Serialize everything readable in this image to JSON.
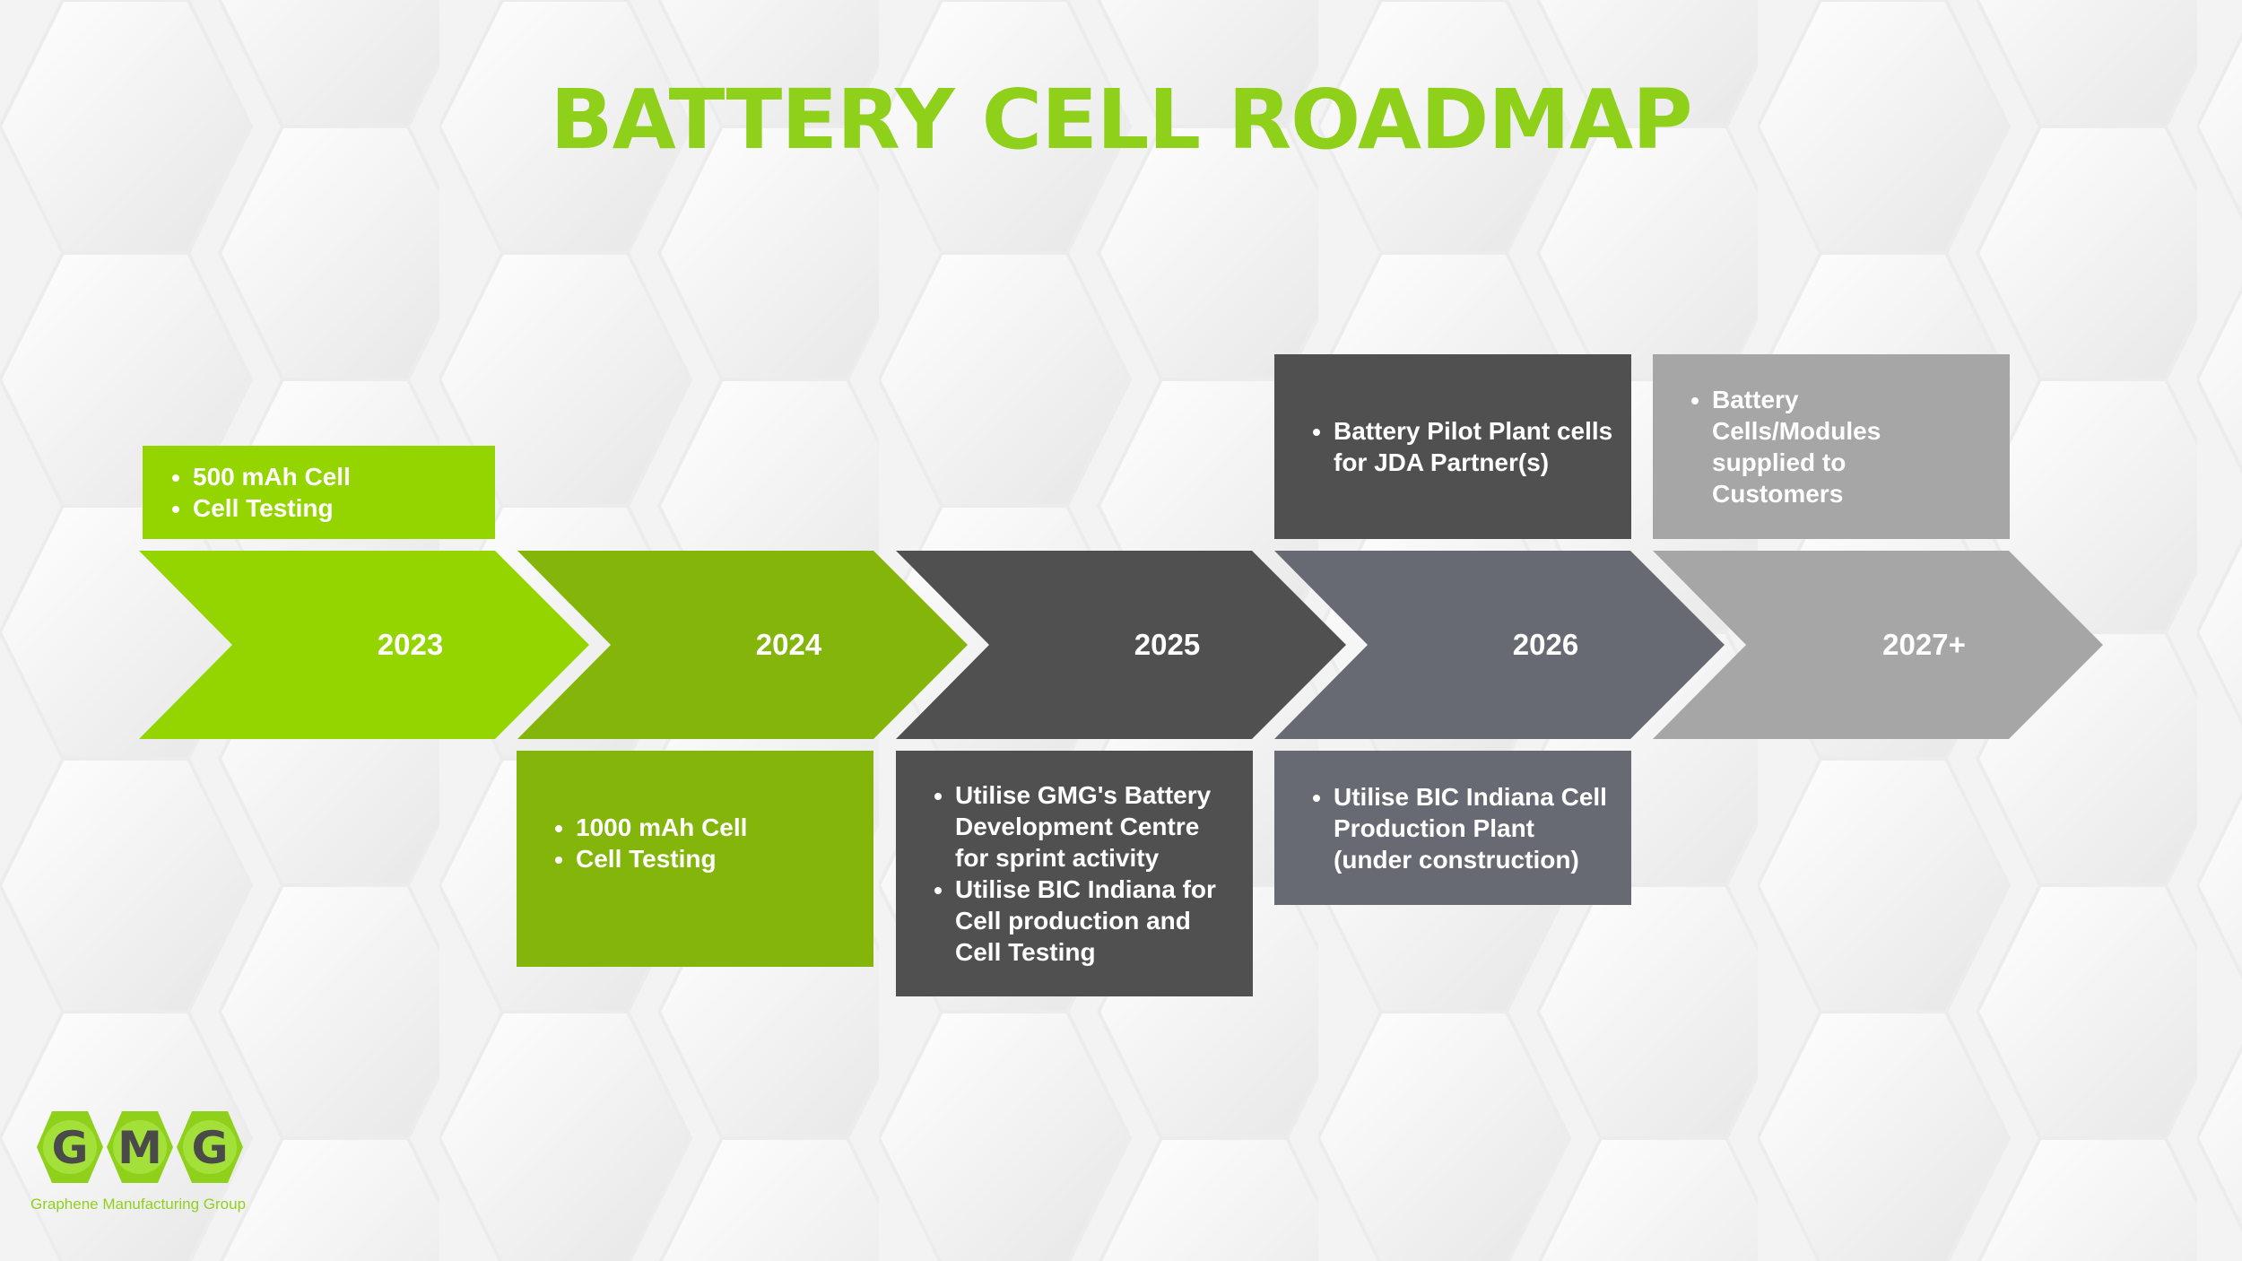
{
  "title": "BATTERY CELL ROADMAP",
  "colors": {
    "title": "#8fd11a",
    "y2023": "#94d500",
    "y2024": "#84b50a",
    "y2025": "#505050",
    "y2026": "#676a72",
    "y2027": "#a6a6a6"
  },
  "timeline": [
    {
      "year": "2023",
      "top": [
        "500 mAh Cell",
        "Cell Testing"
      ],
      "bottom": []
    },
    {
      "year": "2024",
      "top": [],
      "bottom": [
        "1000  mAh  Cell",
        "Cell Testing"
      ]
    },
    {
      "year": "2025",
      "top": [],
      "bottom": [
        "Utilise  GMG's Battery Development Centre for sprint activity",
        "Utilise  BIC Indiana for Cell production and Cell Testing"
      ]
    },
    {
      "year": "2026",
      "top": [
        "Battery Pilot Plant cells for JDA Partner(s)"
      ],
      "bottom": [
        "Utilise  BIC Indiana Cell Production Plant (under construction)"
      ]
    },
    {
      "year": "2027+",
      "top": [
        "Battery Cells/Modules supplied to Customers"
      ],
      "bottom": []
    }
  ],
  "logo": {
    "letters": [
      "G",
      "M",
      "G"
    ],
    "name": "Graphene Manufacturing Group"
  }
}
